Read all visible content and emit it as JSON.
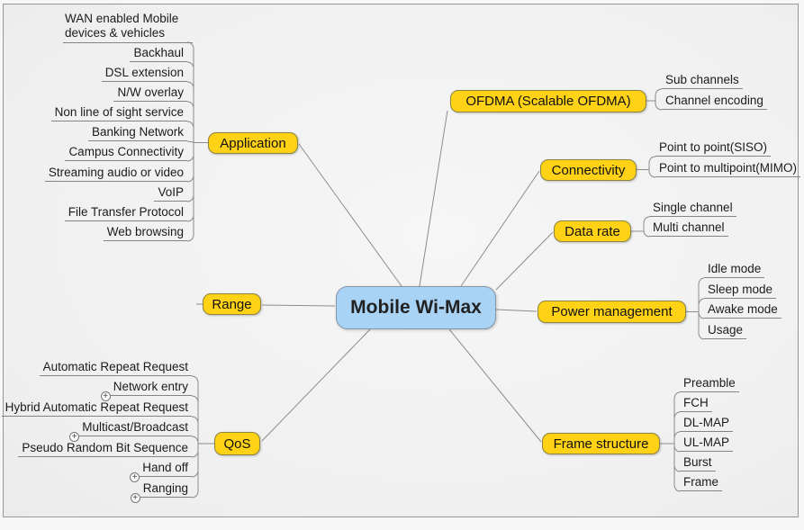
{
  "diagram": {
    "center": {
      "label": "Mobile Wi-Max"
    },
    "branches": [
      {
        "label": "Application",
        "leaves": [
          {
            "label": "WAN enabled Mobile devices & vehicles"
          },
          {
            "label": "Backhaul"
          },
          {
            "label": "DSL extension"
          },
          {
            "label": "N/W overlay"
          },
          {
            "label": "Non line of sight service"
          },
          {
            "label": "Banking Network"
          },
          {
            "label": "Campus Connectivity"
          },
          {
            "label": "Streaming audio or video"
          },
          {
            "label": "VoIP"
          },
          {
            "label": "File Transfer Protocol"
          },
          {
            "label": "Web browsing"
          }
        ]
      },
      {
        "label": "OFDMA (Scalable OFDMA)",
        "leaves": [
          {
            "label": "Sub channels"
          },
          {
            "label": "Channel encoding"
          }
        ]
      },
      {
        "label": "Connectivity",
        "leaves": [
          {
            "label": "Point to point(SISO)"
          },
          {
            "label": "Point to multipoint(MIMO)"
          }
        ]
      },
      {
        "label": "Data rate",
        "leaves": [
          {
            "label": "Single channel"
          },
          {
            "label": "Multi channel"
          }
        ]
      },
      {
        "label": "Power management",
        "leaves": [
          {
            "label": "Idle mode"
          },
          {
            "label": "Sleep mode"
          },
          {
            "label": "Awake mode"
          },
          {
            "label": "Usage"
          }
        ]
      },
      {
        "label": "Range",
        "leaves": []
      },
      {
        "label": "QoS",
        "leaves": [
          {
            "label": "Automatic Repeat Request"
          },
          {
            "label": "Network entry",
            "icon": "plus-circle-icon"
          },
          {
            "label": "Hybrid Automatic Repeat Request"
          },
          {
            "label": "Multicast/Broadcast",
            "icon": "plus-circle-icon"
          },
          {
            "label": "Pseudo Random Bit Sequence"
          },
          {
            "label": "Hand off",
            "icon": "plus-circle-icon"
          },
          {
            "label": "Ranging",
            "icon": "plus-circle-icon"
          }
        ]
      },
      {
        "label": "Frame structure",
        "leaves": [
          {
            "label": "Preamble"
          },
          {
            "label": "FCH"
          },
          {
            "label": "DL-MAP"
          },
          {
            "label": "UL-MAP"
          },
          {
            "label": "Burst"
          },
          {
            "label": "Frame"
          }
        ]
      }
    ]
  },
  "theme": {
    "branch_fill": "#FFD215",
    "branch_border": "#8c8340",
    "center_fill": "#A8D3F5",
    "center_border": "#8594A6",
    "line_color": "#8c8c8c",
    "leaf_line": "#848484",
    "text_color": "#1b1b1b"
  }
}
